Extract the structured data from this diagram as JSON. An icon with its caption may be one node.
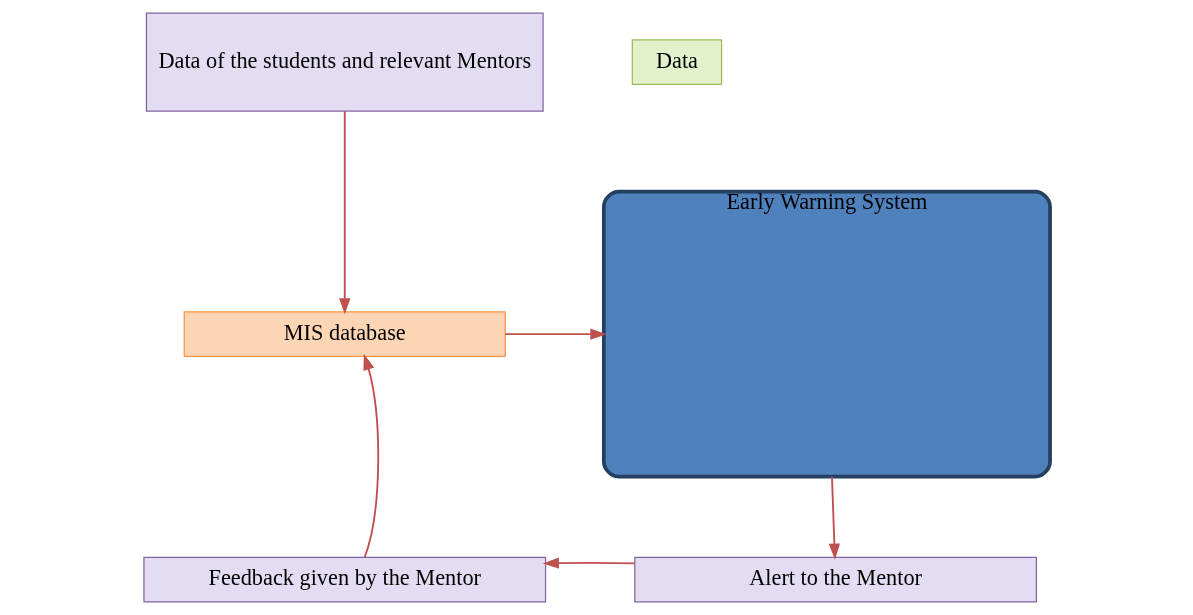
{
  "diagram": {
    "nodes": [
      {
        "text": [
          "Data of the students and relevant Mentors"
        ]
      },
      {
        "text": [
          "MIS database"
        ]
      },
      {
        "text": [
          "Data"
        ]
      },
      {
        "text": [
          "Early Warning System"
        ]
      },
      {
        "text": [
          "Alert to the Mentor"
        ]
      },
      {
        "text": [
          "Feedback given by the Mentor"
        ]
      }
    ],
    "edges": [
      {
        "from": 0,
        "to": 1,
        "arrow": "to"
      },
      {
        "from": 1,
        "to": 3,
        "arrow": "to"
      },
      {
        "from": 3,
        "to": 4,
        "arrow": "to"
      },
      {
        "from": 4,
        "to": 5,
        "arrow": "to"
      },
      {
        "from": 5,
        "to": 1,
        "arrow": "to"
      }
    ]
  }
}
